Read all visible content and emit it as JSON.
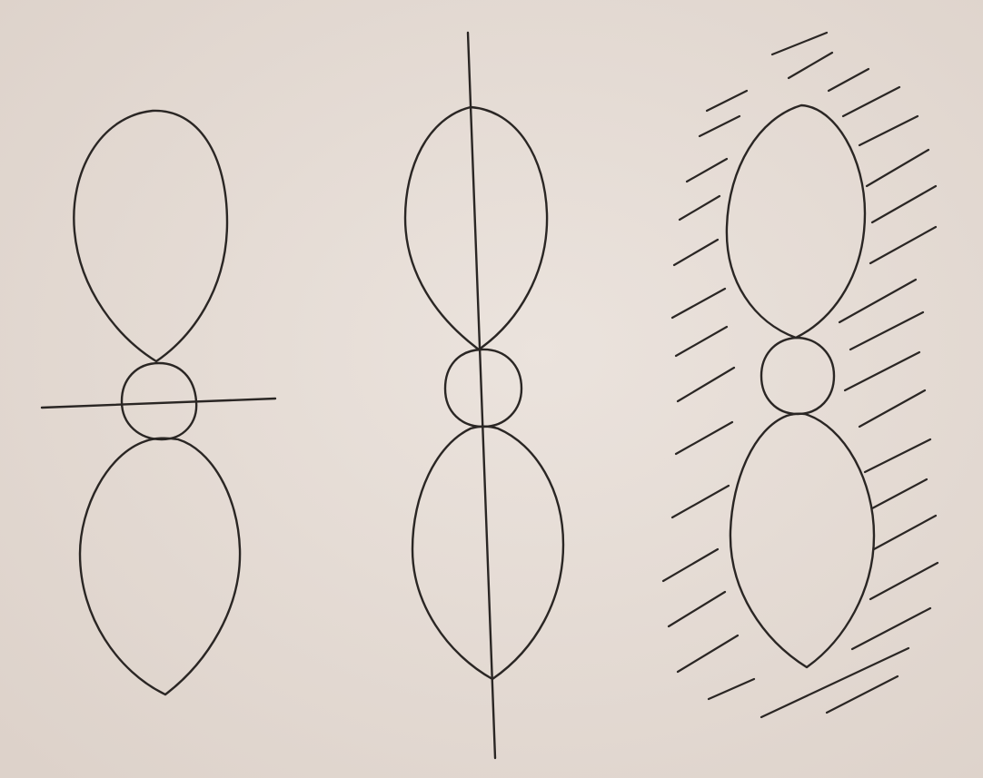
{
  "paper": {
    "background": "#e7ded7",
    "ink": "#2a2624"
  },
  "figures": [
    {
      "id": "fig1",
      "lobes": [
        "top",
        "bottom"
      ],
      "node": "circle",
      "axis_line": "horizontal"
    },
    {
      "id": "fig2",
      "lobes": [
        "top",
        "bottom"
      ],
      "node": "circle",
      "axis_line": "vertical"
    },
    {
      "id": "fig3",
      "lobes": [
        "top",
        "bottom"
      ],
      "node": "circle",
      "axis_line": "none",
      "surrounding_hatching": true
    }
  ]
}
